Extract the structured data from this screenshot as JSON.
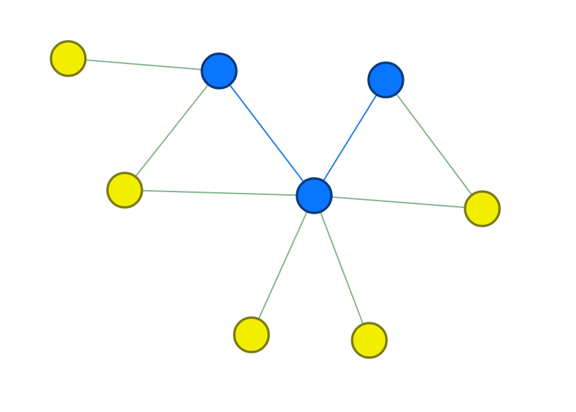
{
  "graph": {
    "colors": {
      "background": "#ffffff",
      "hub_fill": "#0a75ff",
      "hub_stroke": "#0a3a7a",
      "leaf_fill": "#f2ee00",
      "leaf_stroke": "#7a7a1a",
      "hub_edge": "#1a7ae6",
      "leaf_edge": "#7fb58a"
    },
    "nodes": [
      {
        "id": "hub-a",
        "kind": "hub"
      },
      {
        "id": "hub-b",
        "kind": "hub"
      },
      {
        "id": "hub-c",
        "kind": "hub"
      },
      {
        "id": "leaf-1",
        "kind": "leaf"
      },
      {
        "id": "leaf-2",
        "kind": "leaf"
      },
      {
        "id": "leaf-3",
        "kind": "leaf"
      },
      {
        "id": "leaf-4",
        "kind": "leaf"
      },
      {
        "id": "leaf-5",
        "kind": "leaf"
      },
      {
        "id": "leaf-6",
        "kind": "leaf"
      }
    ],
    "edges": [
      {
        "from": "hub-a",
        "to": "leaf-1",
        "kind": "leaf"
      },
      {
        "from": "hub-a",
        "to": "leaf-2",
        "kind": "leaf"
      },
      {
        "from": "hub-a",
        "to": "hub-c",
        "kind": "hub"
      },
      {
        "from": "hub-b",
        "to": "hub-c",
        "kind": "hub"
      },
      {
        "from": "hub-b",
        "to": "leaf-3",
        "kind": "leaf"
      },
      {
        "from": "leaf-2",
        "to": "hub-c",
        "kind": "leaf"
      },
      {
        "from": "hub-c",
        "to": "leaf-3",
        "kind": "leaf"
      },
      {
        "from": "hub-c",
        "to": "leaf-4",
        "kind": "leaf"
      },
      {
        "from": "hub-c",
        "to": "leaf-5",
        "kind": "leaf"
      }
    ]
  }
}
